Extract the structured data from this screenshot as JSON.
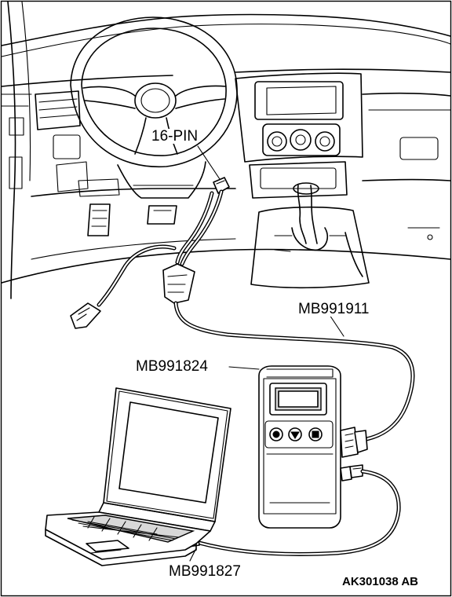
{
  "labels": {
    "pin_connector": "16-PIN",
    "usb_cable": "MB991911",
    "vci_unit": "MB991824",
    "laptop_cable": "MB991827",
    "figure_ref": "AK301038 AB"
  },
  "colors": {
    "ink": "#000000",
    "paper": "#ffffff",
    "shade": "#d8d8d8"
  }
}
